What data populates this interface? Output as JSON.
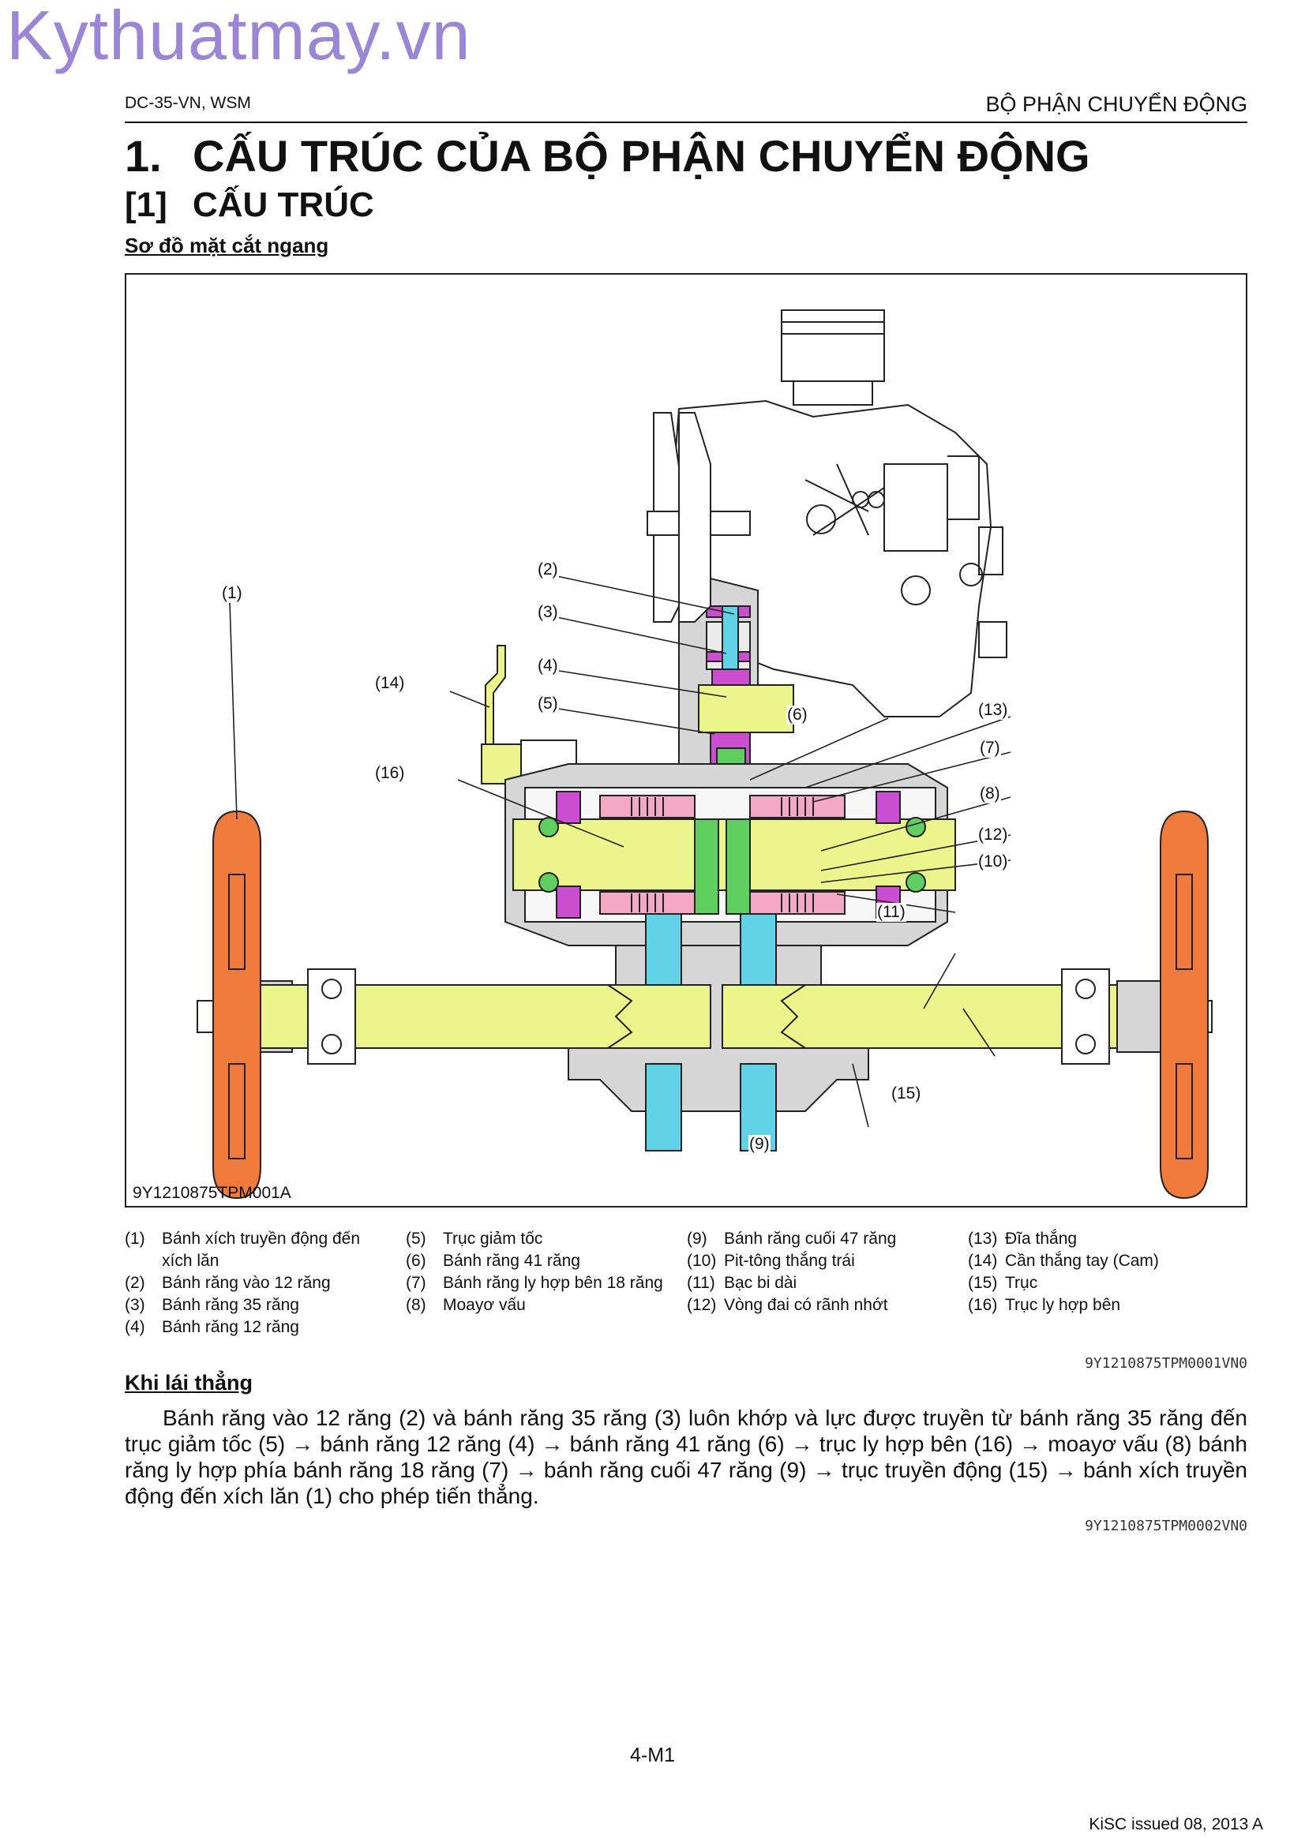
{
  "watermark": "Kythuatmay.vn",
  "header": {
    "left": "DC-35-VN, WSM",
    "right": "BỘ PHẬN CHUYỂN ĐỘNG"
  },
  "heading1": {
    "number": "1.",
    "text": "CẤU TRÚC CỦA BỘ PHẬN CHUYỂN ĐỘNG"
  },
  "heading2": {
    "number": "[1]",
    "text": "CẤU TRÚC"
  },
  "subheading": "Sơ đồ mặt cắt ngang",
  "figure": {
    "code": "9Y1210875TPM001A",
    "callouts": [
      "(1)",
      "(2)",
      "(3)",
      "(4)",
      "(5)",
      "(6)",
      "(7)",
      "(8)",
      "(9)",
      "(10)",
      "(11)",
      "(12)",
      "(13)",
      "(14)",
      "(15)",
      "(16)"
    ],
    "colors": {
      "shaft": "#ecf58c",
      "sprocket": "#ef7a3c",
      "gear_blue": "#62d3e6",
      "gear_magenta": "#c94fd0",
      "gear_pink": "#f3a8c4",
      "gear_green": "#5fcf5f",
      "housing": "#cfcfcf"
    }
  },
  "legend": {
    "col1": [
      {
        "n": "(1)",
        "t": "Bánh xích truyền động đến xích lăn"
      },
      {
        "n": "(2)",
        "t": "Bánh răng vào 12 răng"
      },
      {
        "n": "(3)",
        "t": "Bánh răng 35 răng"
      },
      {
        "n": "(4)",
        "t": "Bánh răng 12 răng"
      }
    ],
    "col2": [
      {
        "n": "(5)",
        "t": "Trục giảm tốc"
      },
      {
        "n": "(6)",
        "t": "Bánh răng 41 răng"
      },
      {
        "n": "(7)",
        "t": "Bánh răng ly hợp bên 18 răng"
      },
      {
        "n": "(8)",
        "t": "Moayơ vấu"
      }
    ],
    "col3": [
      {
        "n": "(9)",
        "t": "Bánh răng cuối 47 răng"
      },
      {
        "n": "(10)",
        "t": "Pit-tông thắng trái"
      },
      {
        "n": "(11)",
        "t": "Bạc bi dài"
      },
      {
        "n": "(12)",
        "t": "Vòng đai có rãnh nhớt"
      }
    ],
    "col4": [
      {
        "n": "(13)",
        "t": "Đĩa thắng"
      },
      {
        "n": "(14)",
        "t": "Cần thắng tay (Cam)"
      },
      {
        "n": "(15)",
        "t": "Trục"
      },
      {
        "n": "(16)",
        "t": "Trục ly hợp bên"
      }
    ],
    "code": "9Y1210875TPM0001VN0"
  },
  "section": {
    "title": "Khi lái thẳng",
    "paragraph": "Bánh răng vào 12 răng (2) và bánh răng 35 răng (3) luôn khớp và lực được truyền từ bánh răng 35 răng đến trục giảm tốc (5) → bánh răng 12 răng (4) → bánh răng 41 răng (6) → trục ly hợp bên (16) → moayơ vấu (8) bánh răng ly hợp phía bánh răng 18 răng (7) → bánh răng cuối 47 răng (9) → trục truyền động (15) → bánh xích truyền động đến xích lăn (1) cho phép tiến thẳng.",
    "code": "9Y1210875TPM0002VN0"
  },
  "page_number": "4-M1",
  "footer": "KiSC issued 08, 2013 A"
}
